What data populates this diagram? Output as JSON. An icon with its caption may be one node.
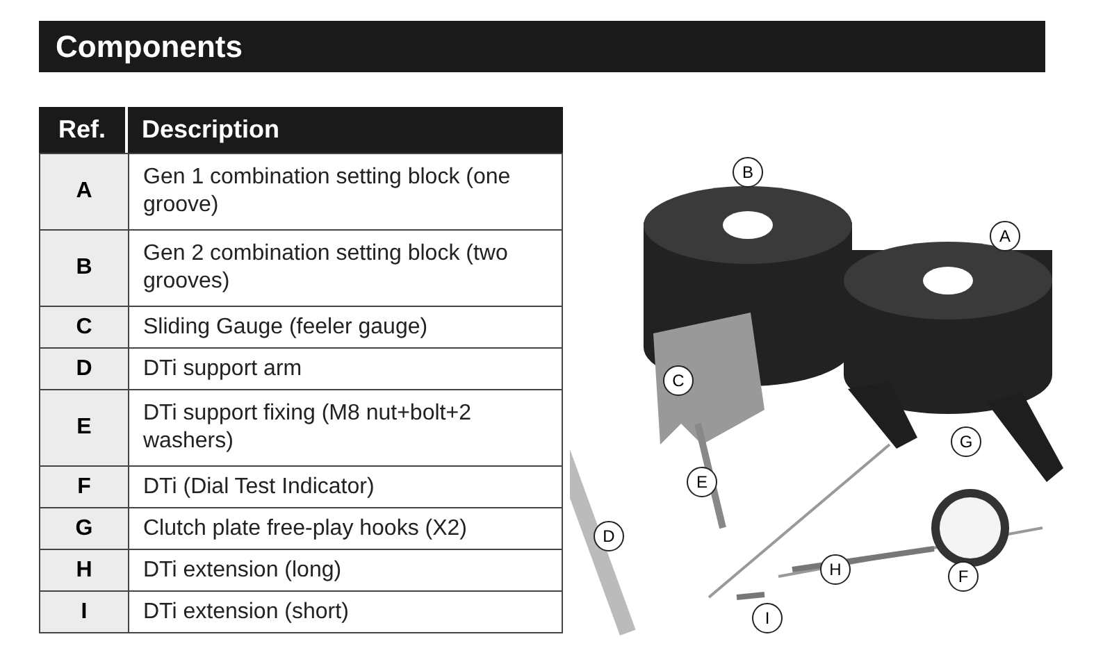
{
  "diagram": {
    "title": "Components",
    "labels": [
      "Ref.",
      "Description",
      "A",
      "Gen 1 combination setting block (one groove)",
      "B",
      "Gen 2 combination setting block (two grooves)",
      "C",
      "Sliding Gauge (feeler gauge)",
      "D",
      "DTi support arm",
      "E",
      "DTi support fixing (M8 nut+bolt+2 washers)",
      "F",
      "DTi (Dial Test Indicator)",
      "G",
      "Clutch plate free-play hooks (X2)",
      "H",
      "DTi extension (long)",
      "I",
      "DTi extension (short)",
      "B",
      "A",
      "C",
      "G",
      "E",
      "D",
      "H",
      "F",
      "I"
    ]
  }
}
